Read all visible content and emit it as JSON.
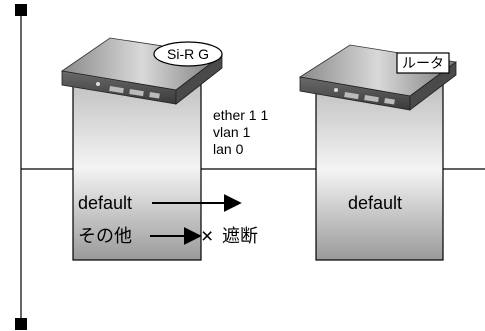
{
  "devices": {
    "left": {
      "name": "Si-R G"
    },
    "right": {
      "name": "ルータ"
    }
  },
  "interface": {
    "lines": [
      "ether 1 1",
      "vlan 1",
      "lan 0"
    ]
  },
  "left_box": {
    "route_default": "default",
    "route_other": "その他",
    "blocked": "遮断",
    "blocked_mark": "×"
  },
  "right_box": {
    "route_default": "default"
  }
}
